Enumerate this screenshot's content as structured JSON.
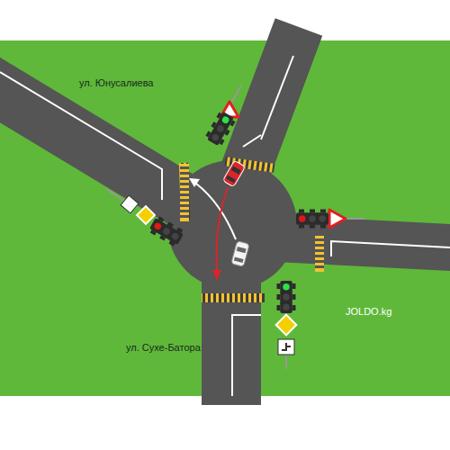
{
  "diagram": {
    "labels": [
      "ул. Юнусалиева",
      "ул. Сухе-Батора",
      "JOLDO.kg"
    ]
  }
}
